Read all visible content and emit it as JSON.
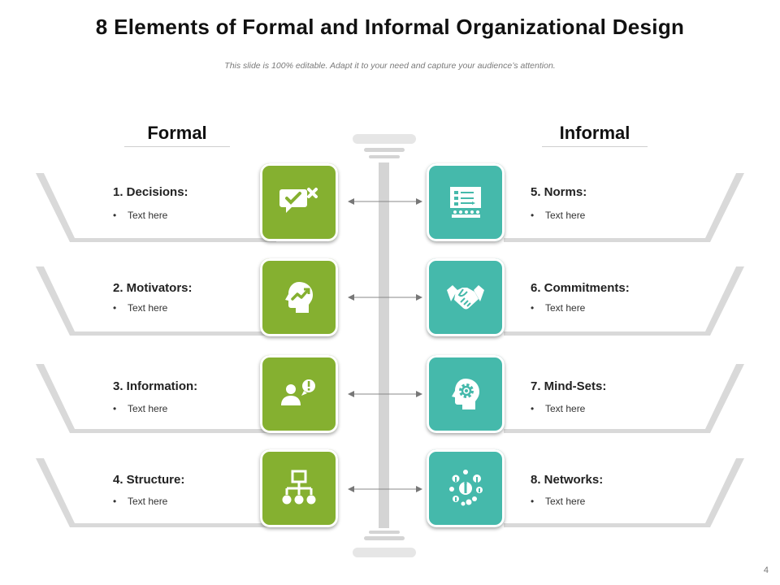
{
  "header": {
    "title": "8 Elements of Formal and Informal Organizational Design",
    "subtitle": "This slide is 100% editable. Adapt it to your need and capture your audience’s attention."
  },
  "columns": {
    "left": "Formal",
    "right": "Informal"
  },
  "formal_items": [
    {
      "title": "1. Decisions:",
      "bullet": "Text here",
      "icon": "decision-check-cross-icon"
    },
    {
      "title": "2. Motivators:",
      "bullet": "Text here",
      "icon": "head-growth-icon"
    },
    {
      "title": "3. Information:",
      "bullet": "Text here",
      "icon": "person-alert-icon"
    },
    {
      "title": "4. Structure:",
      "bullet": "Text here",
      "icon": "org-hierarchy-icon"
    }
  ],
  "informal_items": [
    {
      "title": "5. Norms:",
      "bullet": "Text here",
      "icon": "presentation-audience-icon"
    },
    {
      "title": "6. Commitments:",
      "bullet": "Text here",
      "icon": "handshake-icon"
    },
    {
      "title": "7. Mind-Sets:",
      "bullet": "Text here",
      "icon": "head-gear-icon"
    },
    {
      "title": "8. Networks:",
      "bullet": "Text here",
      "icon": "people-network-icon"
    }
  ],
  "bullet_symbol": "•",
  "colors": {
    "formal": "#85b030",
    "informal": "#45b9ab",
    "pillar": "#d4d4d4"
  },
  "page_number": "4"
}
